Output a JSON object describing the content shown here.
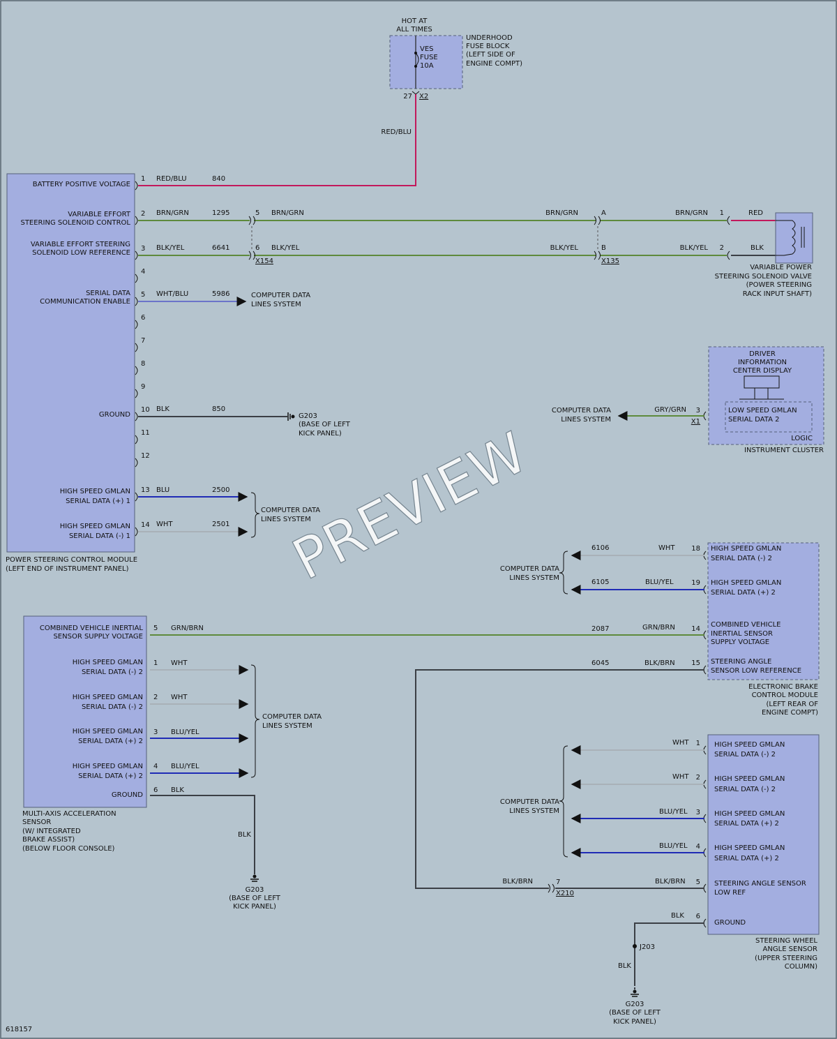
{
  "colors": {
    "bg": "#b5c4ce",
    "box_fill": "#a3aee0",
    "box_stroke": "#55607a",
    "wire_red": "#c2185b",
    "wire_green": "#5e8a3c",
    "wire_blue": "#1f2bb5",
    "wire_dark": "#3b3f45",
    "wire_gray": "#a9b1b8"
  },
  "fuse": {
    "hot1": "HOT AT",
    "hot2": "ALL TIMES",
    "name1": "VES",
    "name2": "FUSE",
    "rating": "10A",
    "block1": "UNDERHOOD",
    "block2": "FUSE BLOCK",
    "block3": "(LEFT SIDE OF",
    "block4": "ENGINE COMPT)",
    "pin": "27",
    "conn": "X2",
    "wire_color": "RED/BLU"
  },
  "pscm": {
    "label1": "POWER STEERING CONTROL MODULE",
    "label2": "(LEFT END OF INSTRUMENT PANEL)",
    "battery": "BATTERY POSITIVE VOLTAGE",
    "ve_ctrl1": "VARIABLE EFFORT",
    "ve_ctrl2": "STEERING SOLENOID CONTROL",
    "ve_low1": "VARIABLE EFFORT STEERING",
    "ve_low2": "SOLENOID LOW REFERENCE",
    "serial_en1": "SERIAL DATA",
    "serial_en2": "COMMUNICATION ENABLE",
    "ground": "GROUND",
    "hs_pos1": "HIGH SPEED GMLAN",
    "hs_pos2": "SERIAL DATA (+) 1",
    "hs_neg1": "HIGH SPEED GMLAN",
    "hs_neg2": "SERIAL DATA (-) 1",
    "pins": [
      "1",
      "2",
      "3",
      "4",
      "5",
      "6",
      "7",
      "8",
      "9",
      "10",
      "11",
      "12",
      "13",
      "14"
    ],
    "wires": {
      "w1_color": "RED/BLU",
      "w1_circ": "840",
      "w2_color": "BRN/GRN",
      "w2_circ": "1295",
      "w3_color": "BLK/YEL",
      "w3_circ": "6641",
      "w5_color": "WHT/BLU",
      "w5_circ": "5986",
      "w10_color": "BLK",
      "w10_circ": "850",
      "w13_color": "BLU",
      "w13_circ": "2500",
      "w14_color": "WHT",
      "w14_circ": "2501"
    }
  },
  "x154": {
    "name": "X154",
    "pin_a": "5",
    "pin_b": "6",
    "color_a": "BRN/GRN",
    "color_b": "BLK/YEL"
  },
  "x135": {
    "name": "X135",
    "pin_a": "A",
    "pin_b": "B",
    "color_a_in": "BRN/GRN",
    "color_b_in": "BLK/YEL",
    "color_a_out": "BRN/GRN",
    "color_b_out": "BLK/YEL"
  },
  "solenoid": {
    "pin1": "1",
    "pin2": "2",
    "color1": "RED",
    "color2": "BLK",
    "label1": "VARIABLE POWER",
    "label2": "STEERING SOLENOID VALVE",
    "label3": "(POWER STEERING",
    "label4": "RACK INPUT SHAFT)"
  },
  "cdls": {
    "l1": "COMPUTER DATA",
    "l2": "LINES SYSTEM"
  },
  "g203_top": {
    "name": "G203",
    "l1": "(BASE OF LEFT",
    "l2": "KICK PANEL)"
  },
  "cluster": {
    "dic1": "DRIVER",
    "dic2": "INFORMATION",
    "dic3": "CENTER DISPLAY",
    "ls1": "LOW SPEED GMLAN",
    "ls2": "SERIAL DATA 2",
    "logic": "LOGIC",
    "label": "INSTRUMENT CLUSTER",
    "pin": "3",
    "conn": "X1",
    "wire_color": "GRY/GRN"
  },
  "ebcm": {
    "hs_neg1": "HIGH SPEED GMLAN",
    "hs_neg2": "SERIAL DATA (-) 2",
    "hs_pos1": "HIGH SPEED GMLAN",
    "hs_pos2": "SERIAL DATA (+) 2",
    "cvis1": "COMBINED VEHICLE",
    "cvis2": "INERTIAL SENSOR",
    "cvis3": "SUPPLY VOLTAGE",
    "sas1": "STEERING ANGLE",
    "sas2": "SENSOR LOW REFERENCE",
    "label1": "ELECTRONIC BRAKE",
    "label2": "CONTROL MODULE",
    "label3": "(LEFT REAR OF",
    "label4": "ENGINE COMPT)",
    "p18": "18",
    "p19": "19",
    "p14": "14",
    "p15": "15",
    "c18": "6106",
    "w18": "WHT",
    "c19": "6105",
    "w19": "BLU/YEL",
    "c14": "2087",
    "w14": "GRN/BRN",
    "c15": "6045",
    "w15": "BLK/BRN"
  },
  "maas": {
    "cvis1": "COMBINED VEHICLE INERTIAL",
    "cvis2": "SENSOR SUPPLY VOLTAGE",
    "hs_neg1": "HIGH SPEED GMLAN",
    "hs_neg2": "SERIAL DATA (-) 2",
    "hs_pos1": "HIGH SPEED GMLAN",
    "hs_pos2": "SERIAL DATA (+) 2",
    "ground": "GROUND",
    "label1": "MULTI-AXIS ACCELERATION",
    "label2": "SENSOR",
    "label3": "(W/ INTEGRATED",
    "label4": "BRAKE ASSIST)",
    "label5": "(BELOW FLOOR CONSOLE)",
    "p5": "5",
    "p1": "1",
    "p2": "2",
    "p3": "3",
    "p4": "4",
    "p6": "6",
    "w5": "GRN/BRN",
    "w1": "WHT",
    "w2": "WHT",
    "w3": "BLU/YEL",
    "w4": "BLU/YEL",
    "w6": "BLK",
    "w_drop": "BLK"
  },
  "g203_mid": {
    "name": "G203",
    "l1": "(BASE OF LEFT",
    "l2": "KICK PANEL)"
  },
  "swas": {
    "hs_neg1": "HIGH SPEED GMLAN",
    "hs_neg2": "SERIAL DATA (-) 2",
    "hs_pos1": "HIGH SPEED GMLAN",
    "hs_pos2": "SERIAL DATA (+) 2",
    "sas1": "STEERING ANGLE SENSOR",
    "sas2": "LOW REF",
    "ground": "GROUND",
    "label1": "STEERING WHEEL",
    "label2": "ANGLE SENSOR",
    "label3": "(UPPER STEERING",
    "label4": "COLUMN)",
    "p1": "1",
    "p2": "2",
    "p3": "3",
    "p4": "4",
    "p5": "5",
    "p6": "6",
    "w1": "WHT",
    "w2": "WHT",
    "w3": "BLU/YEL",
    "w4": "BLU/YEL",
    "w5": "BLK/BRN",
    "w6": "BLK"
  },
  "x210": {
    "name": "X210",
    "pin": "7",
    "color_in": "BLK/BRN"
  },
  "j203": {
    "name": "J203",
    "wire_color": "BLK"
  },
  "g203_bot": {
    "name": "G203",
    "l1": "(BASE OF LEFT",
    "l2": "KICK PANEL)"
  },
  "doc_id": "618157",
  "watermark": "PREVIEW"
}
